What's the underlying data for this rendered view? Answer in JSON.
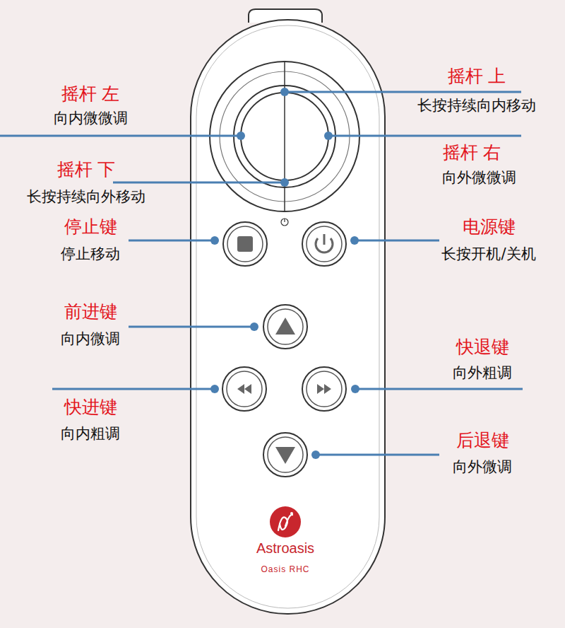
{
  "diagram": {
    "labels": [
      "摇杆 左",
      "向内微微调",
      "摇杆 上",
      "长按持续向内移动",
      "摇杆 右",
      "向外微微调",
      "摇杆 下",
      "长按持续向外移动",
      "停止键",
      "停止移动",
      "电源键",
      "长按开机/关机",
      "前进键",
      "向内微调",
      "快退键",
      "向外粗调",
      "快进键",
      "向内粗调",
      "后退键",
      "向外微调",
      "Astroasis",
      "Oasis RHC"
    ]
  }
}
